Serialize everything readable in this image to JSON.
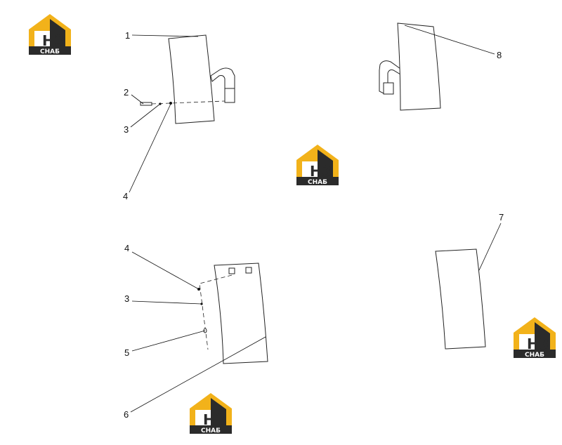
{
  "callouts": {
    "c1": "1",
    "c2": "2",
    "c3a": "3",
    "c4a": "4",
    "c8": "8",
    "c4b": "4",
    "c3b": "3",
    "c5": "5",
    "c6": "6",
    "c7": "7"
  },
  "logo": {
    "letters": "НЗ",
    "caption": "СНАБ",
    "colors": {
      "yellow": "#f2b21a",
      "dark": "#2b2b2b",
      "white": "#ffffff"
    }
  }
}
